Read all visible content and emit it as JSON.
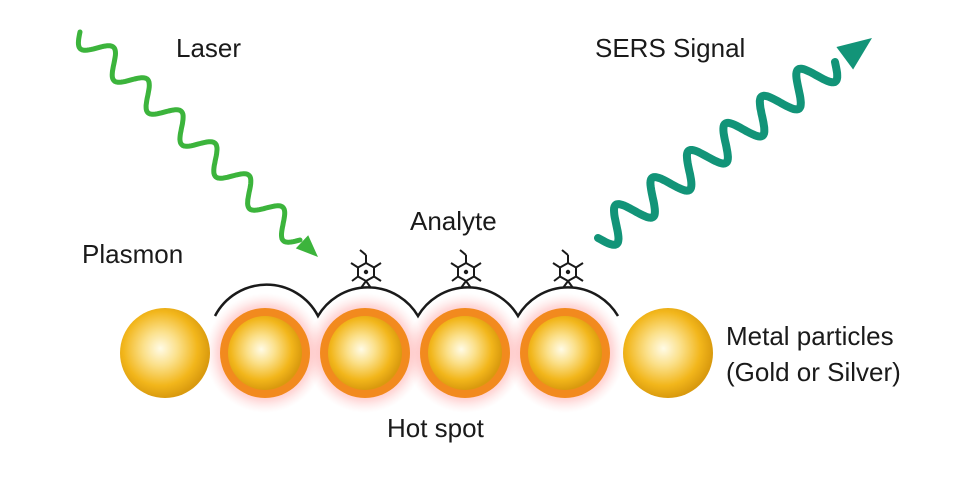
{
  "labels": {
    "laser": "Laser",
    "sers_signal": "SERS Signal",
    "analyte": "Analyte",
    "plasmon": "Plasmon",
    "metal_particles_line1": "Metal particles",
    "metal_particles_line2": "(Gold or Silver)",
    "hot_spot": "Hot spot"
  },
  "colors": {
    "laser_wave": "#3cb43c",
    "sers_wave": "#129478",
    "particle_gold": "#f2b61b",
    "hot_spot_glow": "#ff6b6b",
    "plasmon_arc": "#1a1a1a",
    "molecule": "#1a1a1a"
  }
}
